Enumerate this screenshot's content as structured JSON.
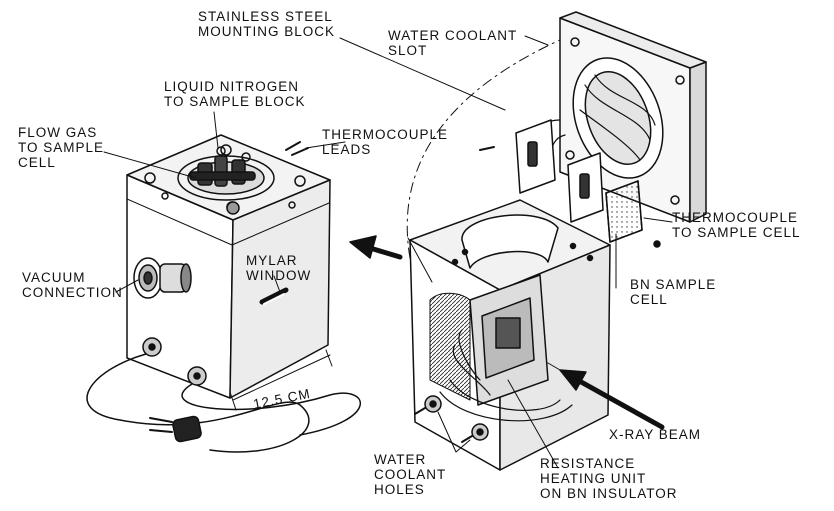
{
  "diagram": {
    "labels": {
      "stainless_steel": [
        "STAINLESS STEEL",
        "MOUNTING BLOCK"
      ],
      "water_coolant_slot": [
        "WATER COOLANT",
        "SLOT"
      ],
      "liquid_nitrogen": [
        "LIQUID NITROGEN",
        "TO SAMPLE BLOCK"
      ],
      "flow_gas": [
        "FLOW GAS",
        "TO SAMPLE",
        "CELL"
      ],
      "thermocouple_leads": [
        "THERMOCOUPLE",
        "LEADS"
      ],
      "vacuum_connection": [
        "VACUUM",
        "CONNECTION"
      ],
      "mylar_window": [
        "MYLAR",
        "WINDOW"
      ],
      "thermocouple_to_cell": [
        "THERMOCOUPLE",
        "TO SAMPLE CELL"
      ],
      "bn_sample_cell": [
        "BN SAMPLE",
        "CELL"
      ],
      "dimension": "12.5 CM",
      "xray_beam": "X-RAY BEAM",
      "water_coolant_holes": [
        "WATER",
        "COOLANT",
        "HOLES"
      ],
      "resistance_heating": [
        "RESISTANCE",
        "HEATING UNIT",
        "ON BN INSULATOR"
      ]
    },
    "colors": {
      "ink": "#111111",
      "shade": "#555555",
      "paper": "#ffffff"
    }
  }
}
